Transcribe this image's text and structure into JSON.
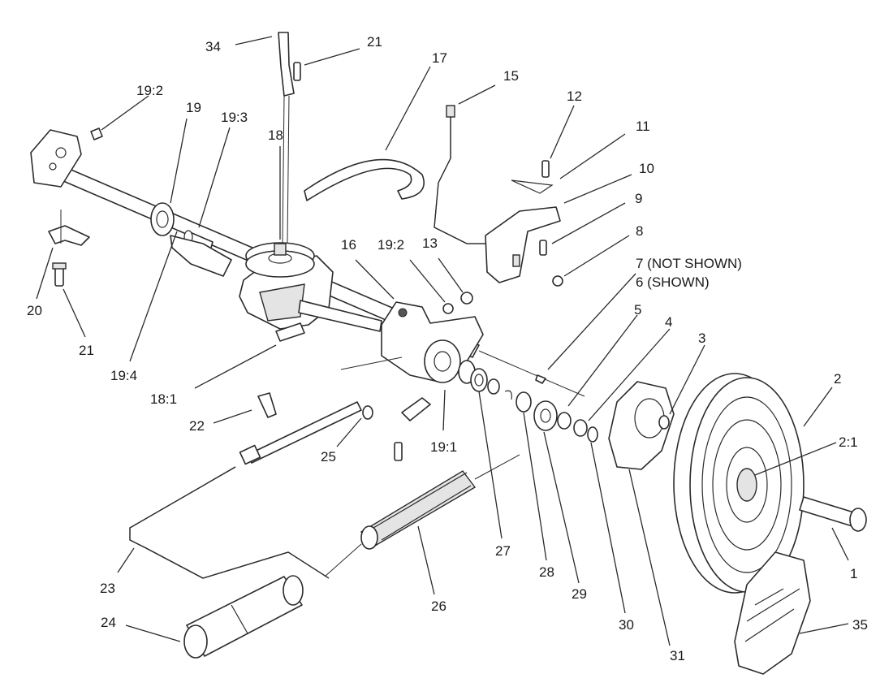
{
  "diagram": {
    "callouts": [
      {
        "id": "c34",
        "text": "34"
      },
      {
        "id": "c21a",
        "text": "21"
      },
      {
        "id": "c17",
        "text": "17"
      },
      {
        "id": "c15",
        "text": "15"
      },
      {
        "id": "c12",
        "text": "12"
      },
      {
        "id": "c11",
        "text": "11"
      },
      {
        "id": "c10",
        "text": "10"
      },
      {
        "id": "c9",
        "text": "9"
      },
      {
        "id": "c8",
        "text": "8"
      },
      {
        "id": "c7",
        "text": "7 (NOT SHOWN)"
      },
      {
        "id": "c6",
        "text": "6 (SHOWN)"
      },
      {
        "id": "c5",
        "text": "5"
      },
      {
        "id": "c4",
        "text": "4"
      },
      {
        "id": "c3",
        "text": "3"
      },
      {
        "id": "c2",
        "text": "2"
      },
      {
        "id": "c2_1",
        "text": "2:1"
      },
      {
        "id": "c1",
        "text": "1"
      },
      {
        "id": "c35",
        "text": "35"
      },
      {
        "id": "c31",
        "text": "31"
      },
      {
        "id": "c30",
        "text": "30"
      },
      {
        "id": "c29",
        "text": "29"
      },
      {
        "id": "c28",
        "text": "28"
      },
      {
        "id": "c27",
        "text": "27"
      },
      {
        "id": "c26",
        "text": "26"
      },
      {
        "id": "c24",
        "text": "24"
      },
      {
        "id": "c23",
        "text": "23"
      },
      {
        "id": "c25",
        "text": "25"
      },
      {
        "id": "c22",
        "text": "22"
      },
      {
        "id": "c18_1",
        "text": "18:1"
      },
      {
        "id": "c19_4",
        "text": "19:4"
      },
      {
        "id": "c21b",
        "text": "21"
      },
      {
        "id": "c20",
        "text": "20"
      },
      {
        "id": "c19_1",
        "text": "19:1"
      },
      {
        "id": "c16",
        "text": "16"
      },
      {
        "id": "c19_2b",
        "text": "19:2"
      },
      {
        "id": "c13",
        "text": "13"
      },
      {
        "id": "c18",
        "text": "18"
      },
      {
        "id": "c19_2a",
        "text": "19:2"
      },
      {
        "id": "c19",
        "text": "19"
      },
      {
        "id": "c19_3",
        "text": "19:3"
      }
    ]
  }
}
